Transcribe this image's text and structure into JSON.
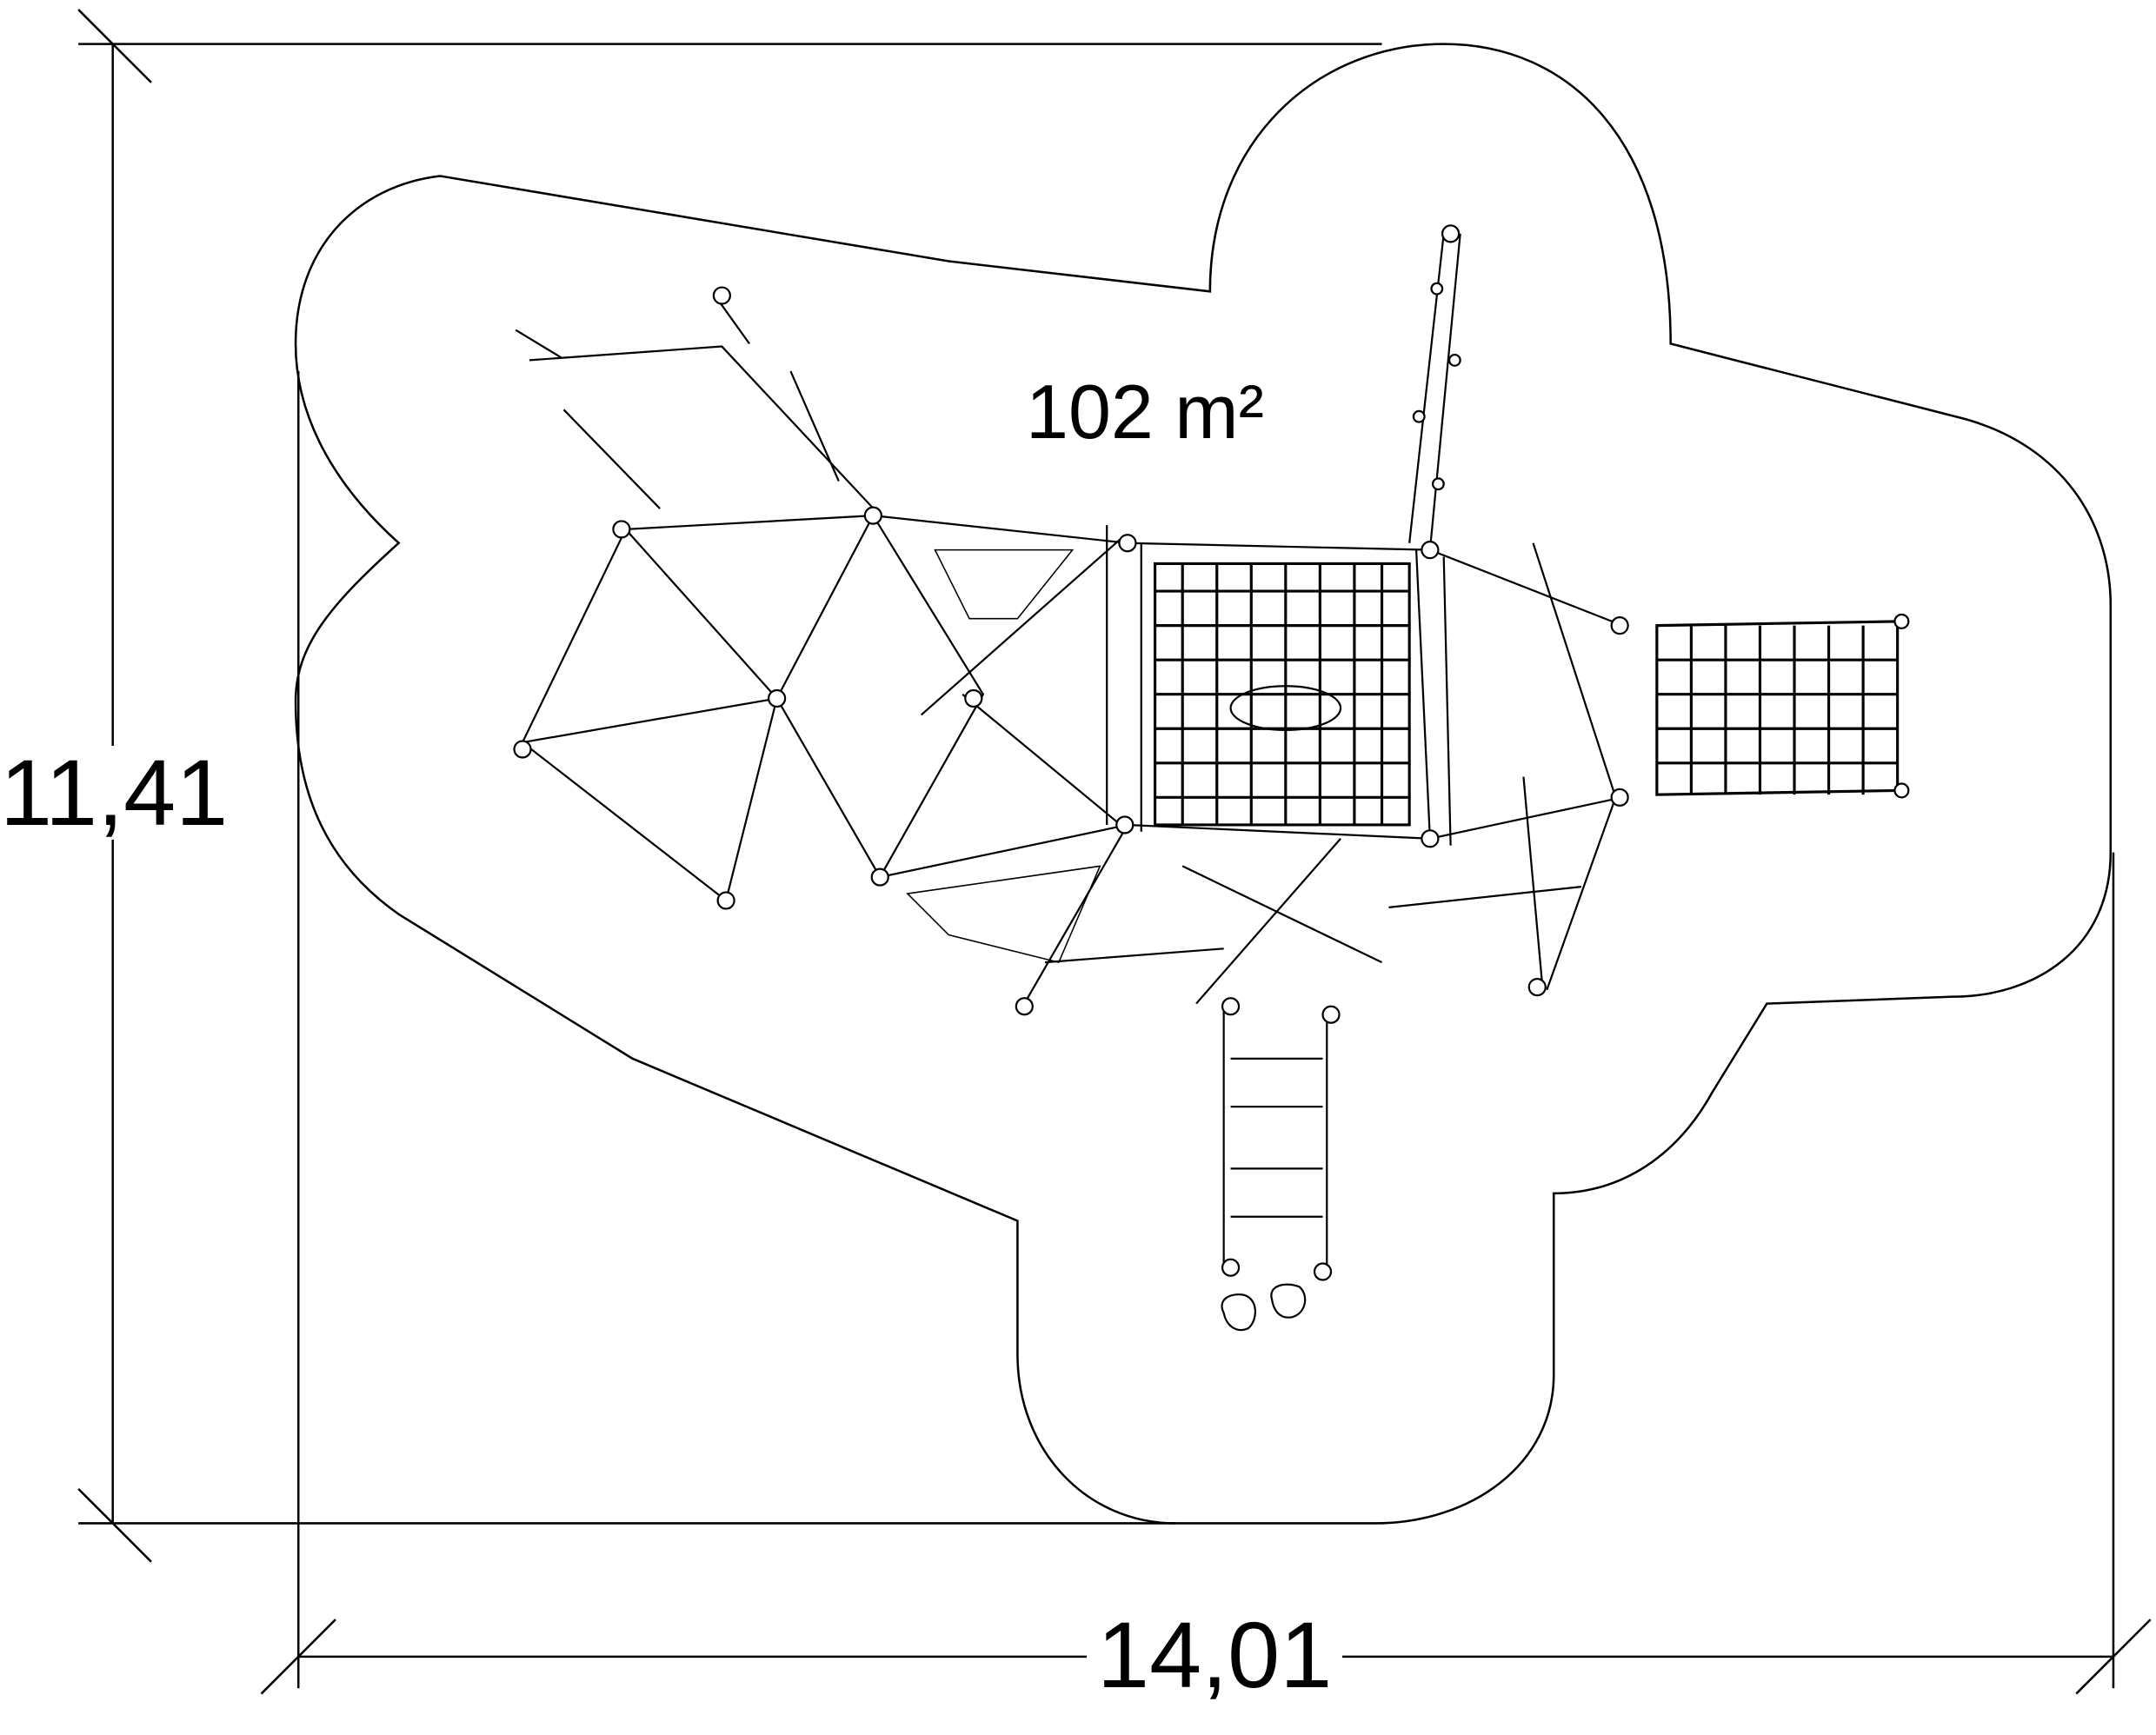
{
  "drawing": {
    "area_label": "102 m²",
    "height_dimension": "11,41",
    "width_dimension": "14,01",
    "line_color": "#000000",
    "background": "#ffffff"
  }
}
